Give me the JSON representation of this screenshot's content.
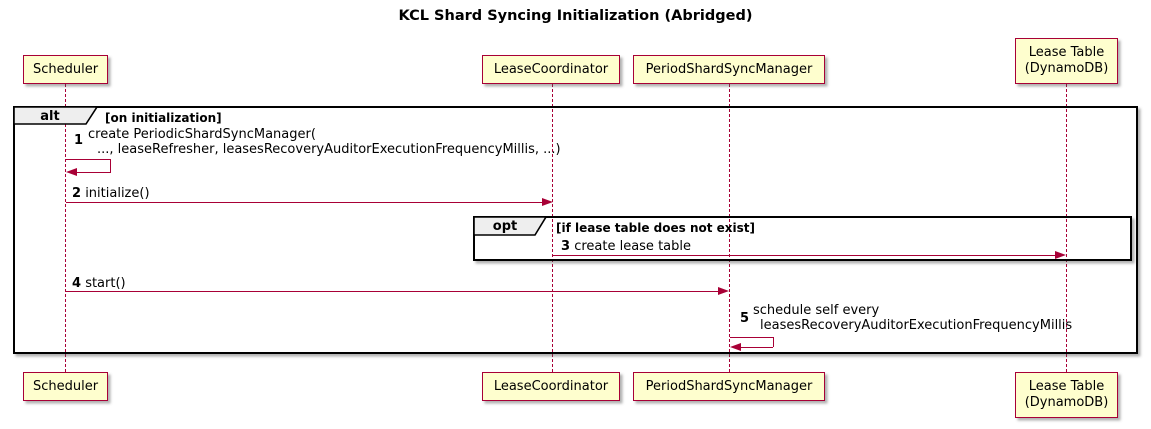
{
  "title": "KCL Shard Syncing Initialization (Abridged)",
  "colors": {
    "participant_fill": "#FEFECE",
    "participant_border": "#A80036",
    "arrow": "#A80036",
    "frame_border": "#000000",
    "frame_label_fill": "#EEEEEE",
    "background": "#FFFFFF"
  },
  "participants": {
    "scheduler": {
      "label": "Scheduler"
    },
    "lease_coordinator": {
      "label": "LeaseCoordinator"
    },
    "period_shard_sync_manager": {
      "label": "PeriodShardSyncManager"
    },
    "lease_table": {
      "line1": "Lease Table",
      "line2": "(DynamoDB)"
    }
  },
  "fragments": {
    "alt": {
      "operator": "alt",
      "condition": "[on initialization]"
    },
    "opt": {
      "operator": "opt",
      "condition": "[if lease table does not exist]"
    }
  },
  "messages": {
    "m1": {
      "number": "1",
      "line1": "create PeriodicShardSyncManager(",
      "line2": "..., leaseRefresher, leasesRecoveryAuditorExecutionFrequencyMillis, ...)"
    },
    "m2": {
      "number": "2",
      "text": "initialize()"
    },
    "m3": {
      "number": "3",
      "text": "create lease table"
    },
    "m4": {
      "number": "4",
      "text": "start()"
    },
    "m5": {
      "number": "5",
      "line1": "schedule self every",
      "line2": "leasesRecoveryAuditorExecutionFrequencyMillis"
    }
  }
}
